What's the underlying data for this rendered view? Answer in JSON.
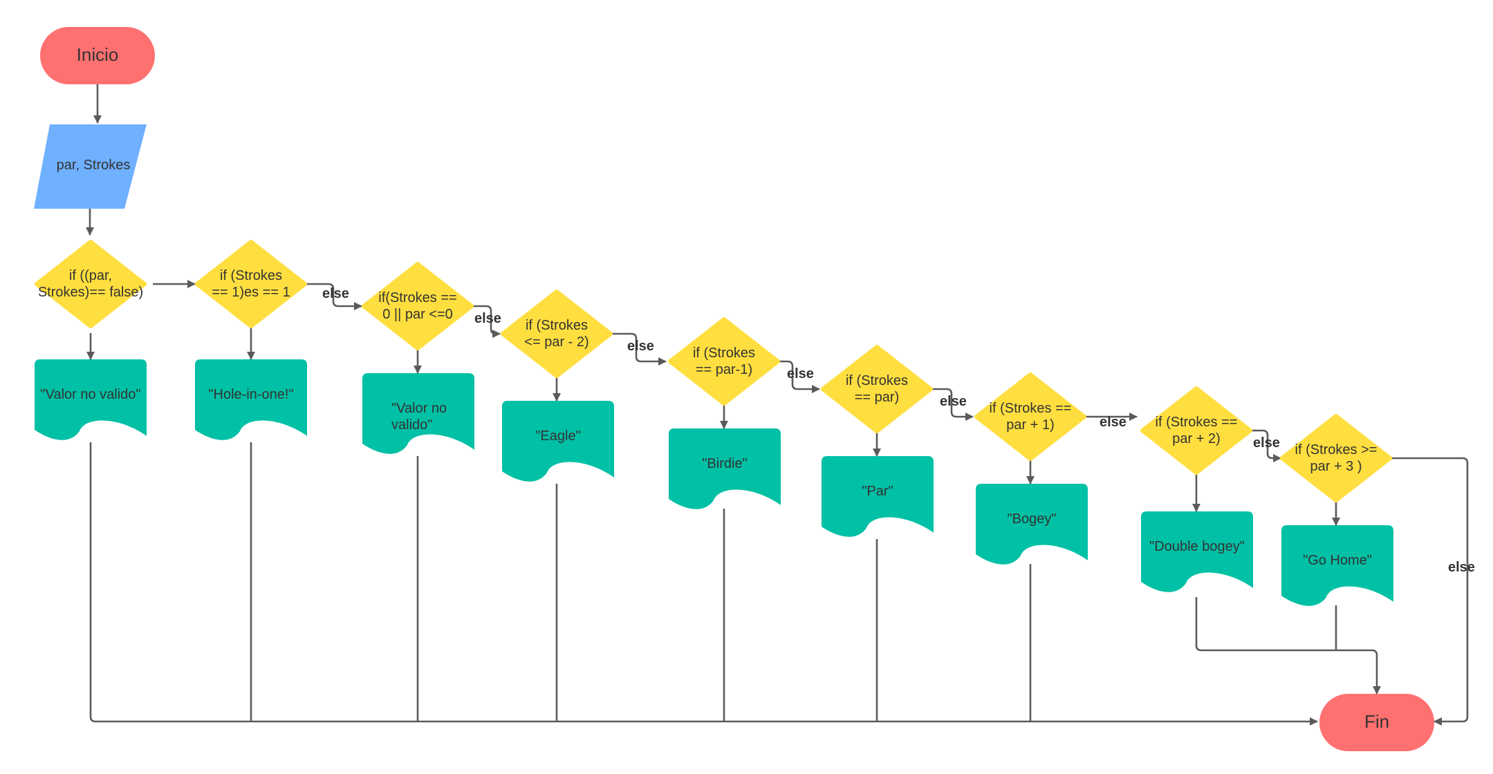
{
  "colors": {
    "terminal": "#ff7070",
    "input": "#6fb0ff",
    "decision": "#ffde3f",
    "output": "#00c0a5",
    "edge": "#5a5a5a"
  },
  "nodes": {
    "start": "Inicio",
    "input": "par, Strokes",
    "end": "Fin",
    "decisions": [
      [
        "if ((par,",
        "Strokes)== false)"
      ],
      [
        "if (Strokes",
        "== 1)es == 1"
      ],
      [
        "if(Strokes ==",
        "0 || par <=0"
      ],
      [
        "if (Strokes",
        "<= par - 2)"
      ],
      [
        "if (Strokes",
        "== par-1)"
      ],
      [
        "if (Strokes",
        "== par)"
      ],
      [
        "if (Strokes ==",
        "par + 1)"
      ],
      [
        "if (Strokes ==",
        "par + 2)"
      ],
      [
        "if (Strokes >=",
        "par + 3 )"
      ]
    ],
    "outputs": [
      [
        "\"Valor no valido\""
      ],
      [
        "\"Hole-in-one!\""
      ],
      [
        "\"Valor no",
        "valido\""
      ],
      [
        "\"Eagle\""
      ],
      [
        "\"Birdie\""
      ],
      [
        "\"Par\""
      ],
      [
        "\"Bogey\""
      ],
      [
        "\"Double bogey\""
      ],
      [
        "\"Go Home\""
      ]
    ]
  },
  "edge_labels": {
    "else": "else"
  }
}
